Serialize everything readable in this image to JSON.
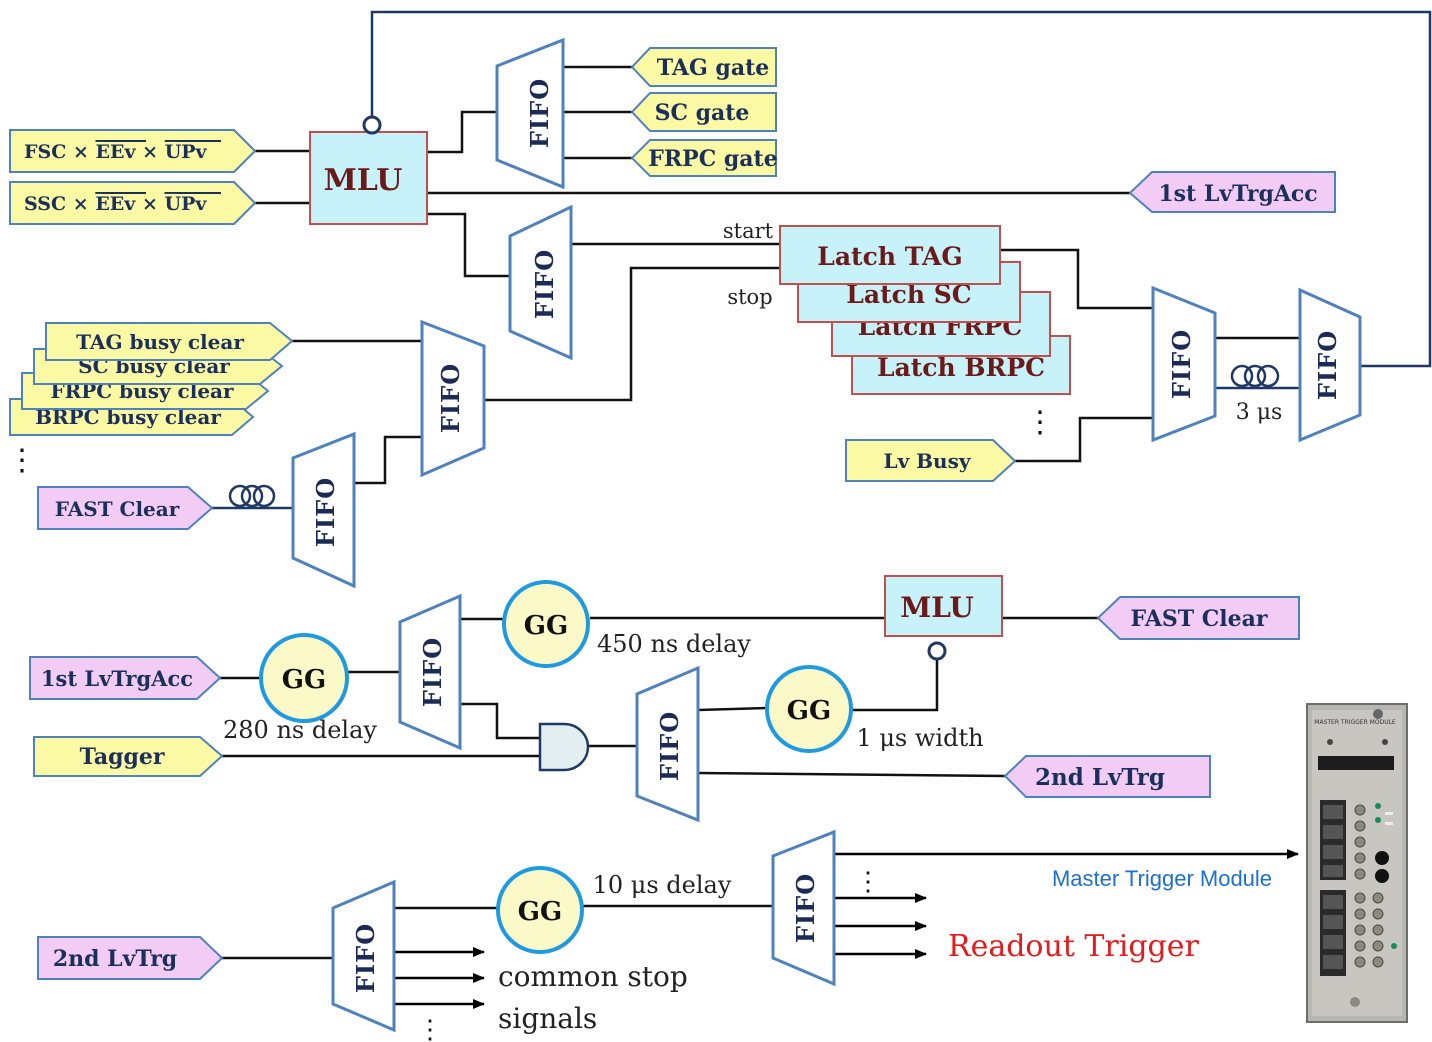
{
  "colors": {
    "yellow_box": "#fbf9a3",
    "pink_box": "#f3ccf5",
    "mlu_fill": "#c8f2fa",
    "latch_fill": "#c8f2fa",
    "latch_border": "#c0504d",
    "fifo_border": "#4f81bd",
    "gg_fill": "#fbf9c8",
    "gg_border": "#1f9ae0",
    "wire_dark": "#1f3864",
    "readout_red": "#e41b1b",
    "master_blue": "#1f6fd1"
  },
  "top_section": {
    "inputs": {
      "fsc": {
        "prefix": "FSC ×",
        "eev": "EEv",
        "times": "×",
        "upv": "UPv"
      },
      "ssc": {
        "prefix": "SSC ×",
        "eev": "EEv",
        "times": "×",
        "upv": "UPv"
      }
    },
    "mlu_label": "MLU",
    "gates": [
      "TAG gate",
      "SC gate",
      "FRPC gate"
    ],
    "level1_accept": "1st LvTrgAcc",
    "start_label": "start",
    "stop_label": "stop",
    "latches": [
      "Latch TAG",
      "Latch SC",
      "Latch FRPC",
      "Latch BRPC"
    ],
    "busy_clears": [
      "TAG busy clear",
      "SC busy clear",
      "FRPC busy clear",
      "BRPC busy clear"
    ],
    "fast_clear": "FAST Clear",
    "lv_busy": "Lv Busy",
    "delay_3us": "3 μs",
    "vdots": "⋮",
    "fifo_label": "FIFO"
  },
  "middle_section": {
    "level1_accept": "1st LvTrgAcc",
    "gg_label": "GG",
    "delay_280": "280 ns delay",
    "delay_450": "450 ns delay",
    "width_1us": "1 μs width",
    "mlu_label": "MLU",
    "fast_clear": "FAST Clear",
    "tagger": "Tagger",
    "level2": "2nd LvTrg"
  },
  "bottom_section": {
    "level2": "2nd LvTrg",
    "gg_label": "GG",
    "delay_10us": "10 μs delay",
    "common_stop_1": "common stop",
    "common_stop_2": "signals",
    "readout_trigger": "Readout Trigger",
    "master_module": "Master Trigger Module",
    "module_plate": "MASTER TRIGGER MODULE"
  }
}
